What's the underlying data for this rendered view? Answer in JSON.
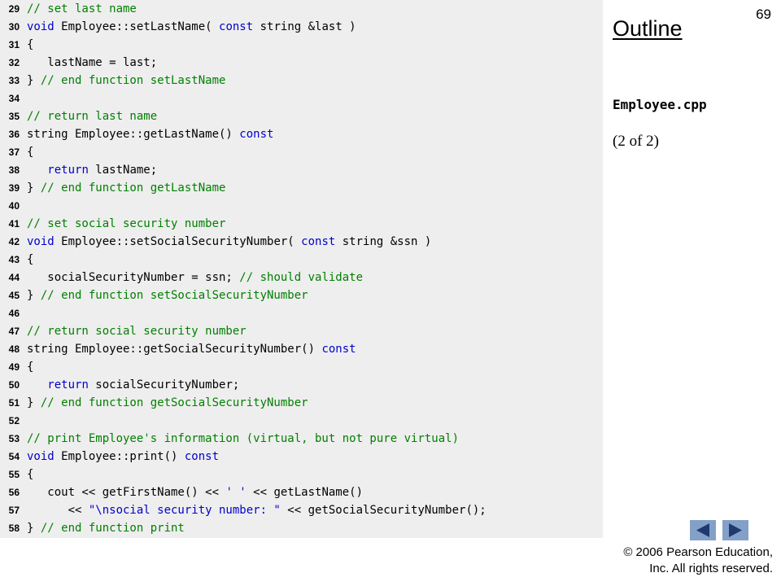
{
  "slide": {
    "number": "69",
    "outline_title": "Outline",
    "file_name": "Employee.cpp",
    "page_of": "(2 of 2)",
    "copyright_line1": "© 2006 Pearson Education,",
    "copyright_line2": "Inc.  All rights reserved."
  },
  "code_lines": [
    {
      "n": "29",
      "parts": [
        {
          "c": "cm",
          "t": "// set last name"
        }
      ]
    },
    {
      "n": "30",
      "parts": [
        {
          "c": "kw",
          "t": "void"
        },
        {
          "c": "",
          "t": " Employee::setLastName( "
        },
        {
          "c": "kw",
          "t": "const"
        },
        {
          "c": "",
          "t": " string &last )"
        }
      ]
    },
    {
      "n": "31",
      "parts": [
        {
          "c": "",
          "t": "{"
        }
      ]
    },
    {
      "n": "32",
      "parts": [
        {
          "c": "",
          "t": "   lastName = last;"
        }
      ]
    },
    {
      "n": "33",
      "parts": [
        {
          "c": "",
          "t": "} "
        },
        {
          "c": "cm",
          "t": "// end function setLastName"
        }
      ]
    },
    {
      "n": "34",
      "parts": []
    },
    {
      "n": "35",
      "parts": [
        {
          "c": "cm",
          "t": "// return last name"
        }
      ]
    },
    {
      "n": "36",
      "parts": [
        {
          "c": "",
          "t": "string Employee::getLastName() "
        },
        {
          "c": "kw",
          "t": "const"
        }
      ]
    },
    {
      "n": "37",
      "parts": [
        {
          "c": "",
          "t": "{"
        }
      ]
    },
    {
      "n": "38",
      "parts": [
        {
          "c": "",
          "t": "   "
        },
        {
          "c": "kw",
          "t": "return"
        },
        {
          "c": "",
          "t": " lastName;"
        }
      ]
    },
    {
      "n": "39",
      "parts": [
        {
          "c": "",
          "t": "} "
        },
        {
          "c": "cm",
          "t": "// end function getLastName"
        }
      ]
    },
    {
      "n": "40",
      "parts": []
    },
    {
      "n": "41",
      "parts": [
        {
          "c": "cm",
          "t": "// set social security number"
        }
      ]
    },
    {
      "n": "42",
      "parts": [
        {
          "c": "kw",
          "t": "void"
        },
        {
          "c": "",
          "t": " Employee::setSocialSecurityNumber( "
        },
        {
          "c": "kw",
          "t": "const"
        },
        {
          "c": "",
          "t": " string &ssn )"
        }
      ]
    },
    {
      "n": "43",
      "parts": [
        {
          "c": "",
          "t": "{"
        }
      ]
    },
    {
      "n": "44",
      "parts": [
        {
          "c": "",
          "t": "   socialSecurityNumber = ssn; "
        },
        {
          "c": "cm",
          "t": "// should validate"
        }
      ]
    },
    {
      "n": "45",
      "parts": [
        {
          "c": "",
          "t": "} "
        },
        {
          "c": "cm",
          "t": "// end function setSocialSecurityNumber"
        }
      ]
    },
    {
      "n": "46",
      "parts": []
    },
    {
      "n": "47",
      "parts": [
        {
          "c": "cm",
          "t": "// return social security number"
        }
      ]
    },
    {
      "n": "48",
      "parts": [
        {
          "c": "",
          "t": "string Employee::getSocialSecurityNumber() "
        },
        {
          "c": "kw",
          "t": "const"
        }
      ]
    },
    {
      "n": "49",
      "parts": [
        {
          "c": "",
          "t": "{"
        }
      ]
    },
    {
      "n": "50",
      "parts": [
        {
          "c": "",
          "t": "   "
        },
        {
          "c": "kw",
          "t": "return"
        },
        {
          "c": "",
          "t": " socialSecurityNumber;"
        }
      ]
    },
    {
      "n": "51",
      "parts": [
        {
          "c": "",
          "t": "} "
        },
        {
          "c": "cm",
          "t": "// end function getSocialSecurityNumber"
        }
      ]
    },
    {
      "n": "52",
      "parts": []
    },
    {
      "n": "53",
      "parts": [
        {
          "c": "cm",
          "t": "// print Employee's information (virtual, but not pure virtual)"
        }
      ]
    },
    {
      "n": "54",
      "parts": [
        {
          "c": "kw",
          "t": "void"
        },
        {
          "c": "",
          "t": " Employee::print() "
        },
        {
          "c": "kw",
          "t": "const"
        }
      ]
    },
    {
      "n": "55",
      "parts": [
        {
          "c": "",
          "t": "{"
        }
      ]
    },
    {
      "n": "56",
      "parts": [
        {
          "c": "",
          "t": "   cout << getFirstName() << "
        },
        {
          "c": "str",
          "t": "' '"
        },
        {
          "c": "",
          "t": " << getLastName()"
        }
      ]
    },
    {
      "n": "57",
      "parts": [
        {
          "c": "",
          "t": "      << "
        },
        {
          "c": "str",
          "t": "\"\\nsocial security number: \""
        },
        {
          "c": "",
          "t": " << getSocialSecurityNumber();"
        }
      ]
    },
    {
      "n": "58",
      "parts": [
        {
          "c": "",
          "t": "} "
        },
        {
          "c": "cm",
          "t": "// end function print"
        }
      ]
    }
  ],
  "navigation": {
    "prev_icon": "triangle-left-icon",
    "next_icon": "triangle-right-icon"
  },
  "colors": {
    "code_background": "#eeeeee",
    "comment": "#008000",
    "keyword": "#0000cc",
    "nav_button": "#83a0c8",
    "nav_arrow": "#1e3a6e"
  }
}
